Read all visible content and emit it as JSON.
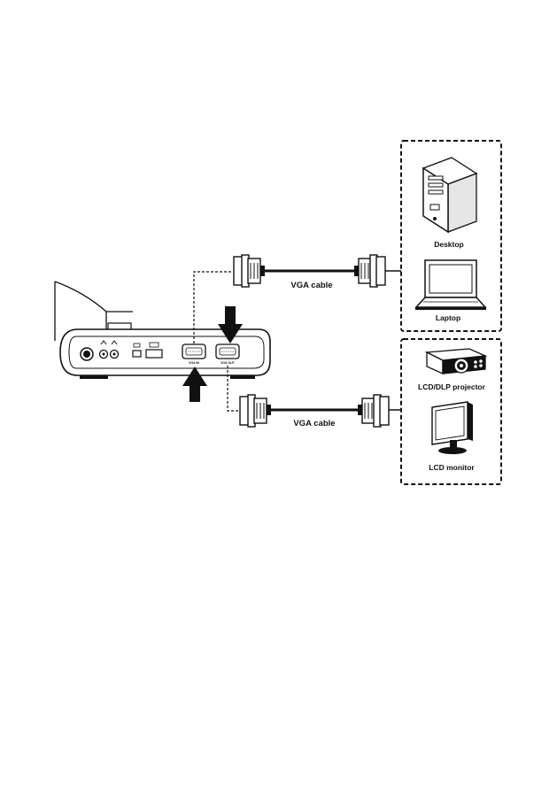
{
  "cables": {
    "top_label": "VGA cable",
    "bottom_label": "VGA cable"
  },
  "inputs": {
    "desktop_label": "Desktop",
    "laptop_label": "Laptop"
  },
  "outputs": {
    "projector_label": "LCD/DLP projector",
    "monitor_label": "LCD monitor"
  },
  "device": {
    "port_in_label": "VGA IN",
    "port_out_label": "VGA OUT"
  },
  "colors": {
    "line": "#111111",
    "device_fill": "#ffffff",
    "gray": "#9a9a9a"
  },
  "icons": [
    "desktop-tower-icon",
    "laptop-icon",
    "projector-icon",
    "lcd-monitor-icon",
    "vga-connector-icon",
    "arrow-down-icon",
    "arrow-up-icon"
  ]
}
